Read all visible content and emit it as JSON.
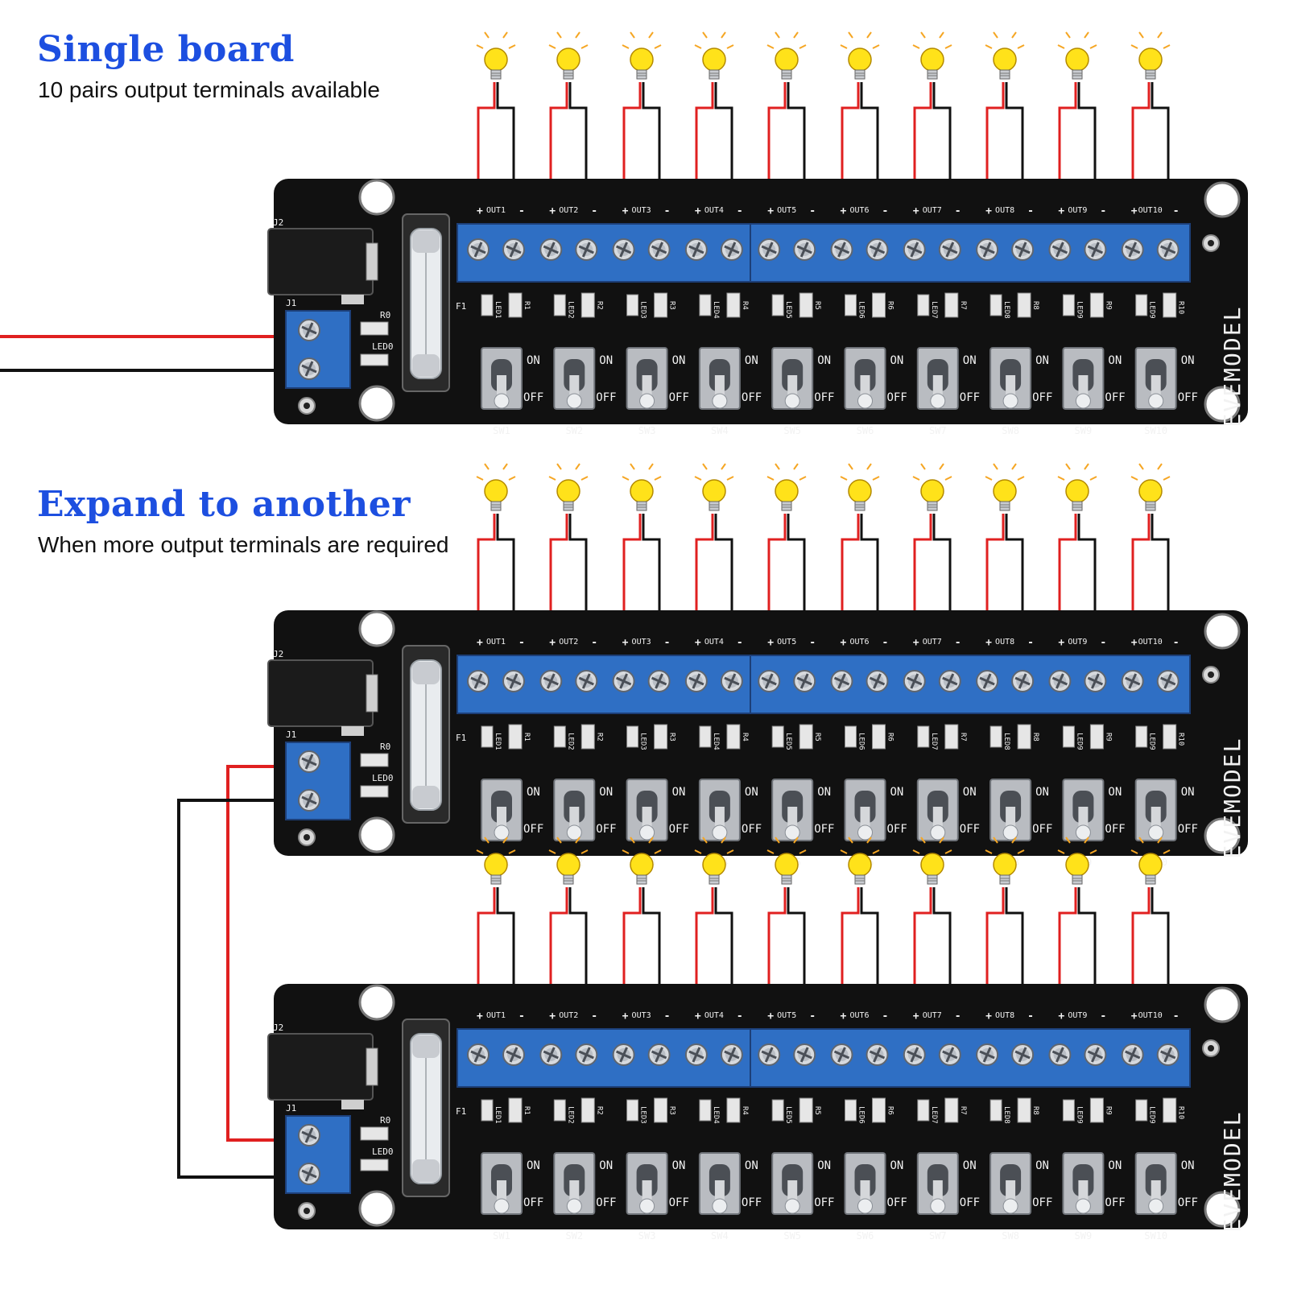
{
  "colors": {
    "heading": "#1d4fe0",
    "board": "#111111",
    "terminal_block": "#2f6fc4",
    "red_wire": "#e02020",
    "black_wire": "#111111",
    "bulb": "#ffe21a",
    "bulb_rays": "#f5a623",
    "silkscreen": "#f2f2f2"
  },
  "sections": [
    {
      "title": "Single board",
      "subtitle": "10 pairs output terminals available"
    },
    {
      "title": "Expand to another",
      "subtitle": "When more output terminals are required"
    }
  ],
  "board": {
    "brand": "EVEMODEL",
    "power_jack": "J2",
    "input_terminal": "J1",
    "fuse": "F1",
    "power_resistor": "R0",
    "power_led": "LED0",
    "switch_on": "ON",
    "switch_off": "OFF",
    "channels": [
      {
        "out": "OUT1",
        "led": "LED1",
        "res": "R1",
        "sw": "SW1"
      },
      {
        "out": "OUT2",
        "led": "LED2",
        "res": "R2",
        "sw": "SW2"
      },
      {
        "out": "OUT3",
        "led": "LED3",
        "res": "R3",
        "sw": "SW3"
      },
      {
        "out": "OUT4",
        "led": "LED4",
        "res": "R4",
        "sw": "SW4"
      },
      {
        "out": "OUT5",
        "led": "LED5",
        "res": "R5",
        "sw": "SW5"
      },
      {
        "out": "OUT6",
        "led": "LED6",
        "res": "R6",
        "sw": "SW6"
      },
      {
        "out": "OUT7",
        "led": "LED7",
        "res": "R7",
        "sw": "SW7"
      },
      {
        "out": "OUT8",
        "led": "LED8",
        "res": "R8",
        "sw": "SW8"
      },
      {
        "out": "OUT9",
        "led": "LED9",
        "res": "R9",
        "sw": "SW9"
      },
      {
        "out": "OUT10",
        "led": "LED9",
        "res": "R10",
        "sw": "SW10"
      }
    ]
  }
}
